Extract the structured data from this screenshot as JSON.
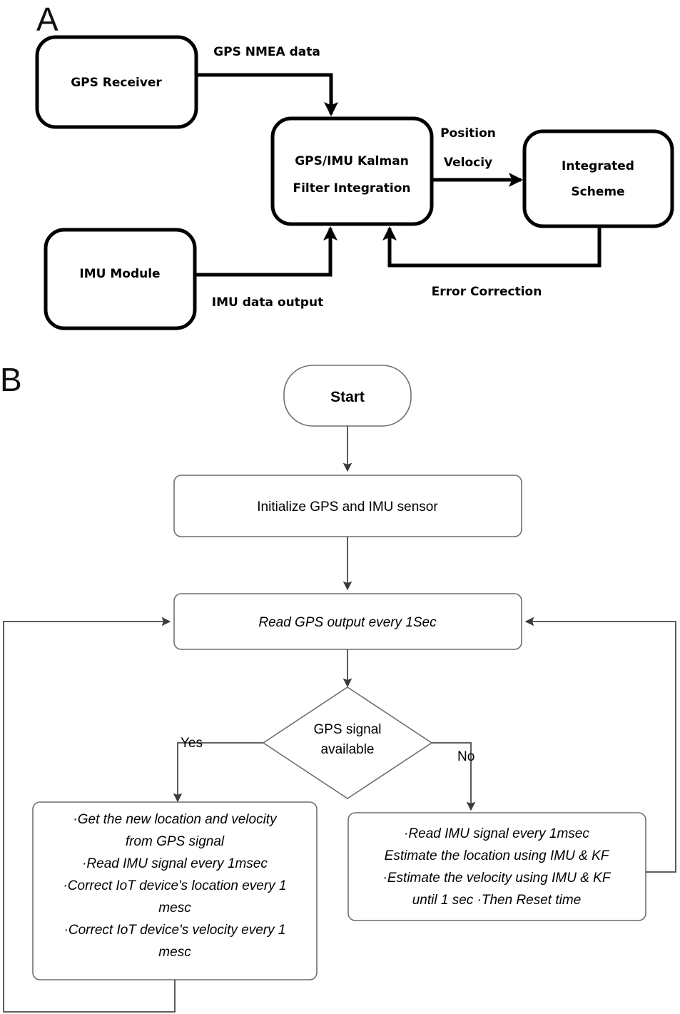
{
  "figure": {
    "panels": [
      {
        "letter": "A",
        "name": "system-architecture"
      },
      {
        "letter": "B",
        "name": "algorithm-flowchart"
      }
    ]
  },
  "panel_a": {
    "letter": "A",
    "blocks": [
      {
        "id": "gps-receiver",
        "label": "GPS Receiver"
      },
      {
        "id": "kalman-filter",
        "label_line1": "GPS/IMU Kalman",
        "label_line2": "Filter Integration"
      },
      {
        "id": "integrated-scheme",
        "label_line1": "Integrated",
        "label_line2": "Scheme"
      },
      {
        "id": "imu-module",
        "label": "IMU Module"
      }
    ],
    "edges": [
      {
        "id": "gps-nmea",
        "label": "GPS NMEA data"
      },
      {
        "id": "position-velocity",
        "label_line1": "Position",
        "label_line2": "Velociy"
      },
      {
        "id": "imu-data",
        "label": "IMU data output"
      },
      {
        "id": "error-correction",
        "label": "Error Correction"
      }
    ]
  },
  "panel_b": {
    "letter": "B",
    "start": {
      "label": "Start"
    },
    "init": {
      "label": "Initialize GPS and IMU sensor"
    },
    "read_gps": {
      "label": "Read GPS output every 1Sec"
    },
    "decision": {
      "label_line1": "GPS signal",
      "label_line2": "available",
      "yes_label": "Yes",
      "no_label": "No"
    },
    "yes_branch": {
      "lines": [
        "·Get the new location and velocity",
        "from GPS signal",
        "·Read IMU signal every 1msec",
        "·Correct IoT device's location every 1",
        "mesc",
        "·Correct IoT device's velocity every 1",
        "mesc"
      ]
    },
    "no_branch": {
      "lines": [
        "·Read IMU signal every 1msec",
        "Estimate the location using IMU & KF",
        "·Estimate the velocity using IMU & KF",
        "until 1 sec ·Then Reset time"
      ]
    }
  },
  "colors": {
    "background": "#ffffff",
    "panel_a_stroke": "#000000",
    "panel_b_stroke": "#6f6f6f",
    "panel_b_link": "#4a4a4a",
    "text": "#000000"
  }
}
